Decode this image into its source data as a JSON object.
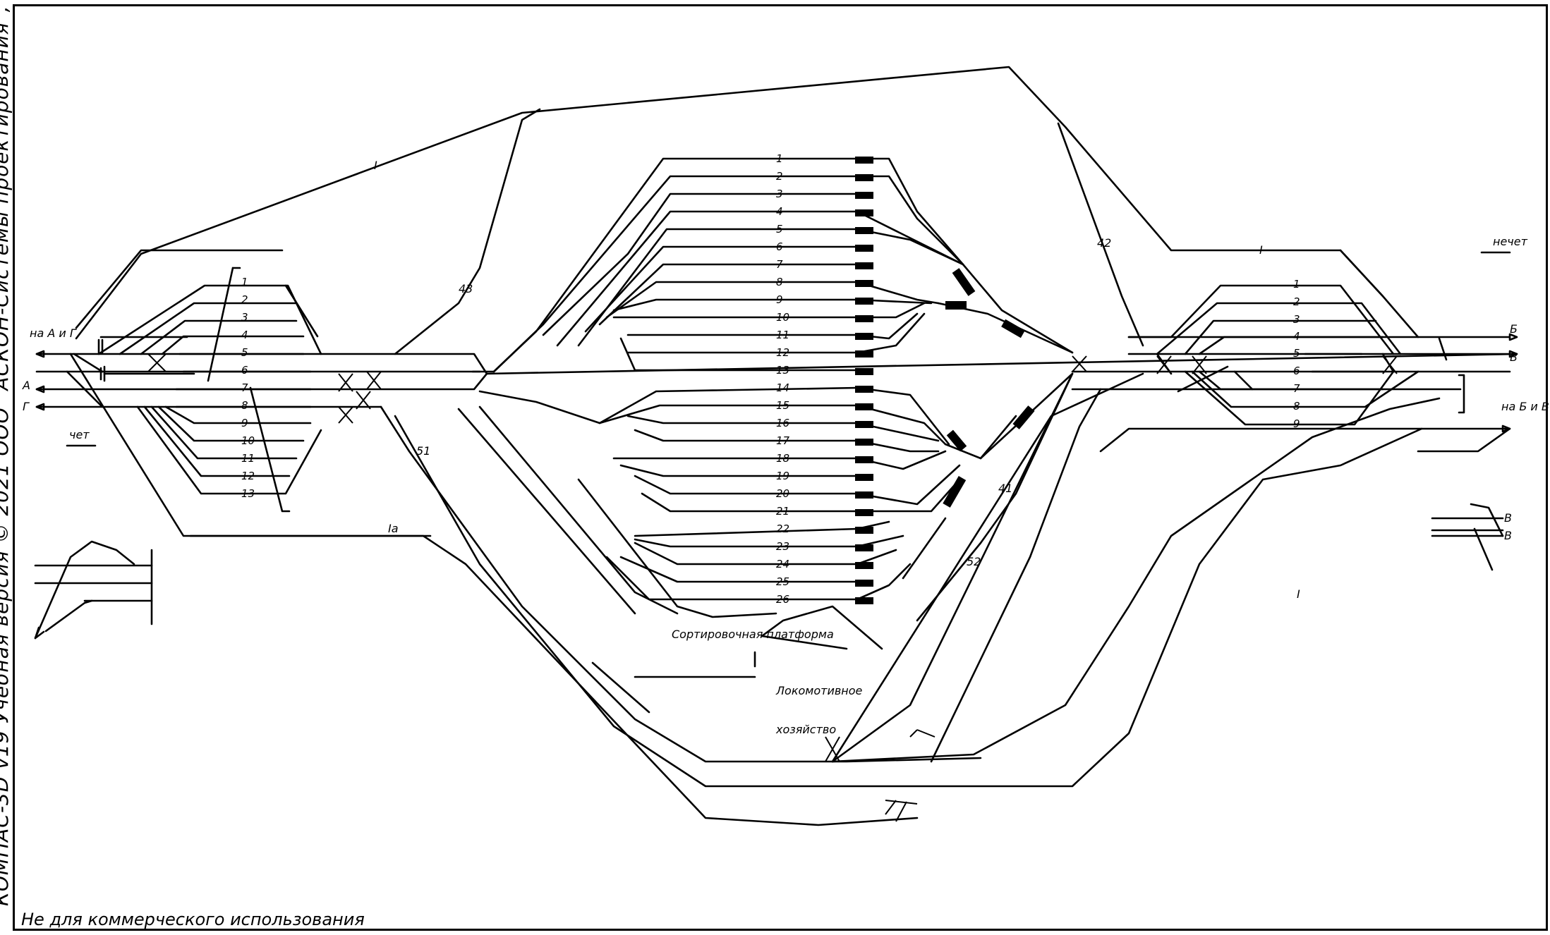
{
  "watermark": "КОМПАС-3D v19 Учебная версия © 2021 ООО \"АСКОН-Системы проектирования\", Россия. Все права з",
  "footer_note": "Не для коммерческого использования",
  "labels": {
    "to_a_and_g": "на А и Г",
    "to_b_and_v": "на Б и В",
    "even": "чет",
    "odd": "нечет",
    "direction_b": "Б",
    "direction_v": "В",
    "direction_a": "А",
    "direction_g": "Г",
    "route_1": "I",
    "route_43": "43",
    "route_42": "42",
    "route_51": "51",
    "route_41": "41",
    "route_52": "52",
    "route_1a": "Iа",
    "sorting_platform": "Сортировочная платформа",
    "locomotive_1": "Локомотивное",
    "locomotive_2": "хозяйство"
  },
  "sorting_tracks": [
    "1",
    "2",
    "3",
    "4",
    "5",
    "6",
    "7",
    "8",
    "9",
    "10",
    "11",
    "12",
    "13",
    "14",
    "15",
    "16",
    "17",
    "18",
    "19",
    "20",
    "21",
    "22",
    "23",
    "24",
    "25",
    "26"
  ],
  "left_park_tracks": [
    "1",
    "2",
    "3",
    "4",
    "5",
    "6",
    "7",
    "8",
    "9",
    "10",
    "11",
    "12",
    "13"
  ],
  "right_park_tracks": [
    "1",
    "2",
    "3",
    "4",
    "5",
    "6",
    "7",
    "8",
    "9"
  ]
}
